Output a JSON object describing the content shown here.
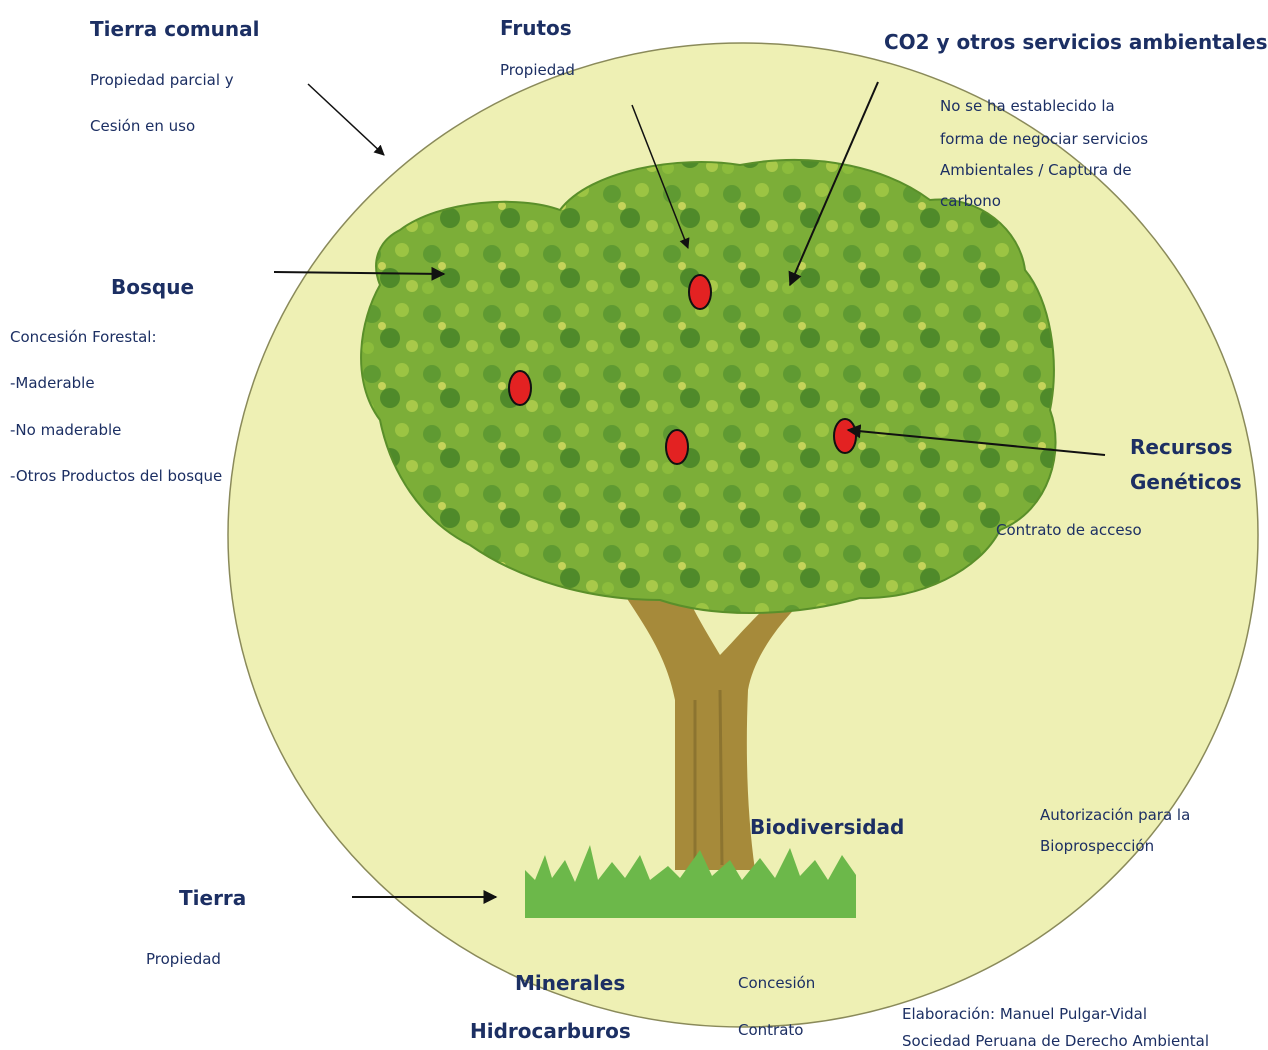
{
  "tierra_comunal": {
    "title": "Tierra comunal",
    "line1": "Propiedad parcial y",
    "line2": "Cesión en uso"
  },
  "frutos": {
    "title": "Frutos",
    "sub": "Propiedad"
  },
  "co2": {
    "title": "CO2 y otros servicios ambientales",
    "lines": [
      "No se ha establecido la",
      "forma de negociar servicios",
      "Ambientales / Captura de",
      "carbono"
    ]
  },
  "bosque": {
    "title": "Bosque",
    "lines": [
      "Concesión Forestal:",
      "-Maderable",
      "-No maderable",
      "-Otros Productos del bosque"
    ]
  },
  "recursos": {
    "title1": "Recursos",
    "title2": "Genéticos",
    "sub": "Contrato de acceso"
  },
  "biodiversidad": {
    "title": "Biodiversidad",
    "line1": "Autorización para la",
    "line2": "Bioprospección"
  },
  "tierra": {
    "title": "Tierra",
    "sub": "Propiedad"
  },
  "subsuelo": {
    "minerales": "Minerales",
    "hidrocarburos": "Hidrocarburos",
    "concesion": "Concesión",
    "contrato": "Contrato"
  },
  "credits": {
    "line1": "Elaboración: Manuel Pulgar-Vidal",
    "line2": "Sociedad Peruana de Derecho Ambiental"
  },
  "colors": {
    "circle_fill": "#eef0b4",
    "circle_stroke": "#8a8a5a",
    "canopy": "#7cae38",
    "canopy_dark": "#4f8a2a",
    "trunk": "#a68a3a",
    "grass": "#6cb84a",
    "fruit": "#e32222",
    "text": "#1c2f63"
  }
}
